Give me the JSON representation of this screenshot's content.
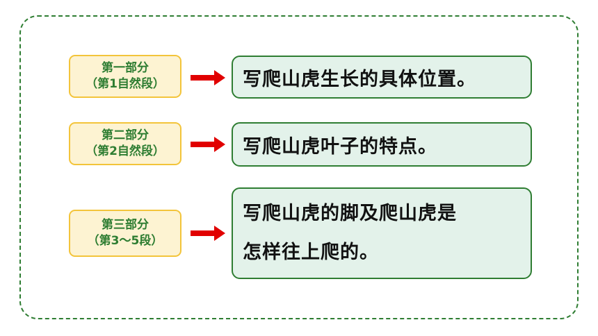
{
  "colors": {
    "frame_border": "#2e7d32",
    "label_bg": "#fdf3d2",
    "label_border": "#f3c43a",
    "label_text": "#2e7d32",
    "content_bg": "#e3f2ea",
    "content_border": "#2e7d32",
    "arrow": "#e10000"
  },
  "rows": [
    {
      "label_line1": "第一部分",
      "label_line2": "（第1自然段）",
      "content": "写爬山虎生长的具体位置。"
    },
    {
      "label_line1": "第二部分",
      "label_line2": "（第2自然段）",
      "content": "写爬山虎叶子的特点。"
    },
    {
      "label_line1": "第三部分",
      "label_line2": "（第3～5段）",
      "content_line1": "写爬山虎的脚及爬山虎是",
      "content_line2": "怎样往上爬的。"
    }
  ]
}
